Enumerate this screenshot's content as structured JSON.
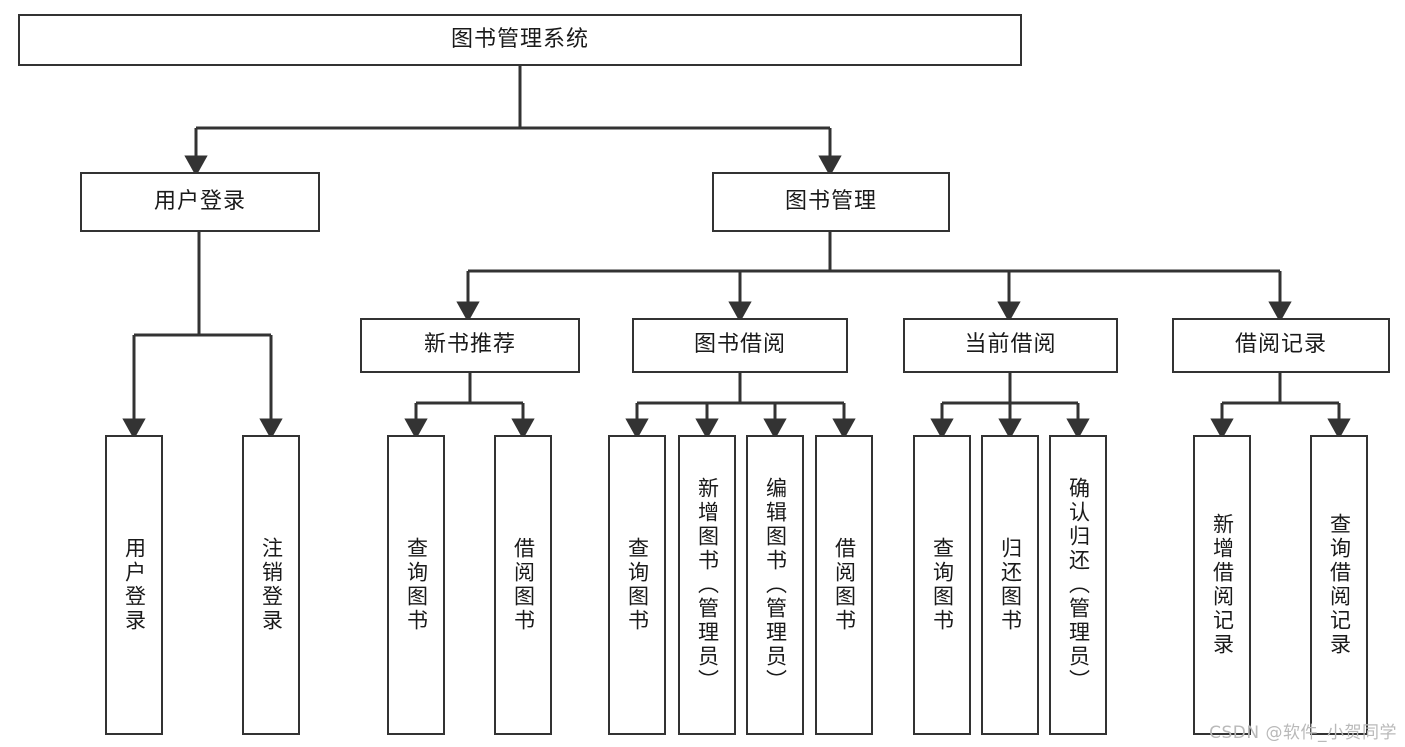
{
  "diagram": {
    "type": "tree",
    "title": "图书管理系统",
    "colors": {
      "stroke": "#333333",
      "fill": "#ffffff",
      "text": "#1a1a1a",
      "watermark": "#b9b9b9"
    },
    "root": {
      "label": "图书管理系统"
    },
    "level2": [
      {
        "label": "用户登录"
      },
      {
        "label": "图书管理"
      }
    ],
    "level3": [
      {
        "label": "新书推荐"
      },
      {
        "label": "图书借阅"
      },
      {
        "label": "当前借阅"
      },
      {
        "label": "借阅记录"
      }
    ],
    "leaves": {
      "user_login": [
        {
          "label": "用户登录"
        },
        {
          "label": "注销登录"
        }
      ],
      "new_book": [
        {
          "label": "查询图书"
        },
        {
          "label": "借阅图书"
        }
      ],
      "book_borrow": [
        {
          "label": "查询图书"
        },
        {
          "label": "新增图书（管理员）"
        },
        {
          "label": "编辑图书（管理员）"
        },
        {
          "label": "借阅图书"
        }
      ],
      "current_borrow": [
        {
          "label": "查询图书"
        },
        {
          "label": "归还图书"
        },
        {
          "label": "确认归还（管理员）"
        }
      ],
      "borrow_record": [
        {
          "label": "新增借阅记录"
        },
        {
          "label": "查询借阅记录"
        }
      ]
    }
  },
  "watermark": {
    "text": "CSDN @软件_小贺同学"
  }
}
